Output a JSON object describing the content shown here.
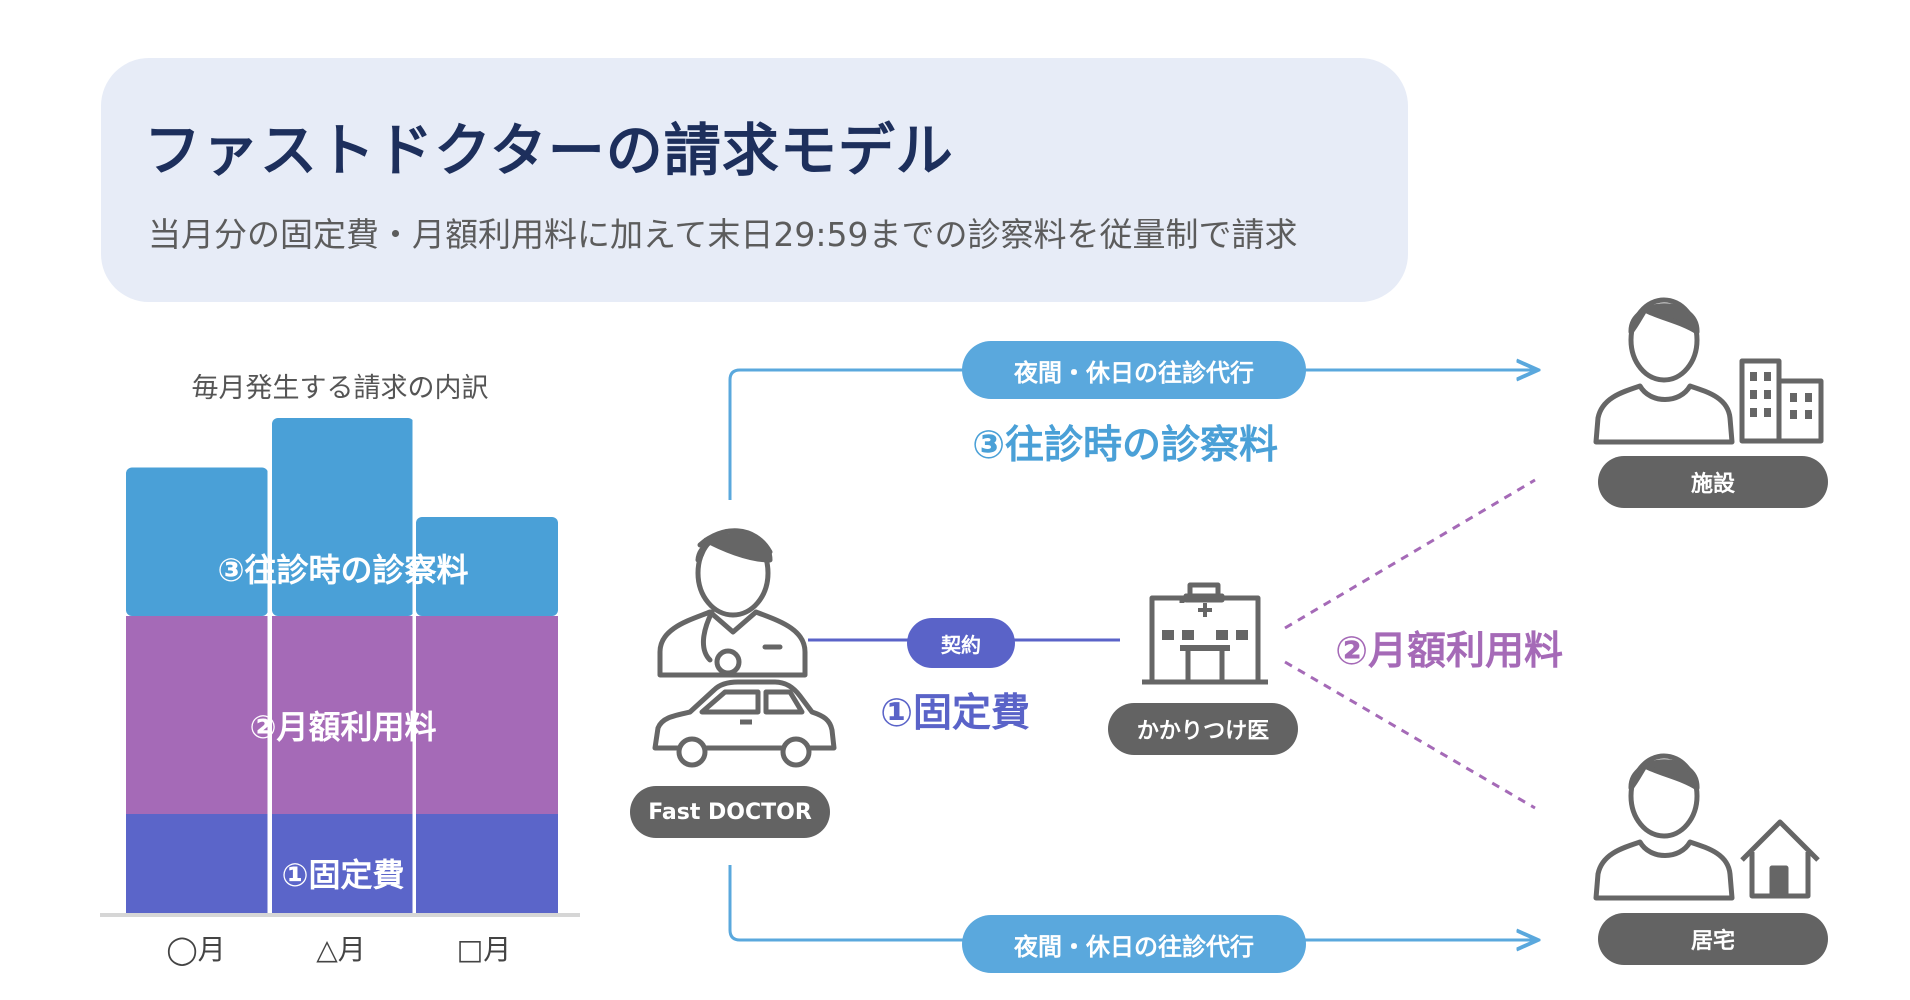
{
  "title": "ファストドクターの請求モデル",
  "subtitle": "当月分の固定費・月額利用料に加えて末日29:59までの診察料を従量制で請求",
  "chart_data": {
    "type": "bar",
    "stacked": true,
    "title": "毎月発生する請求の内訳",
    "categories": [
      "◯月",
      "△月",
      "□月"
    ],
    "series": [
      {
        "name": "①固定費",
        "color": "#5b65c9",
        "values": [
          1,
          1,
          1
        ]
      },
      {
        "name": "②月額利用料",
        "color": "#a56ab7",
        "values": [
          2,
          2,
          2
        ]
      },
      {
        "name": "③往診時の診察料",
        "color": "#4aa0d7",
        "values": [
          1.5,
          2,
          1
        ]
      }
    ]
  },
  "flow": {
    "top_pill": "夜間・休日の往診代行",
    "bottom_pill": "夜間・休日の往診代行",
    "consultation_fee": "③往診時の診察料",
    "contract": "契約",
    "fixed_fee": "①固定費",
    "monthly_fee": "②月額利用料",
    "fast_doctor": "Fast DOCTOR",
    "family_doctor": "かかりつけ医",
    "facility": "施設",
    "home": "居宅"
  },
  "colors": {
    "blue": "#4aa0d7",
    "purple": "#a56ab7",
    "indigo": "#5b65c9",
    "gray": "#636363",
    "navy": "#1d2f5c"
  },
  "icons": [
    "doctor-icon",
    "car-icon",
    "hospital-icon",
    "patient-icon",
    "building-icon",
    "house-icon"
  ]
}
